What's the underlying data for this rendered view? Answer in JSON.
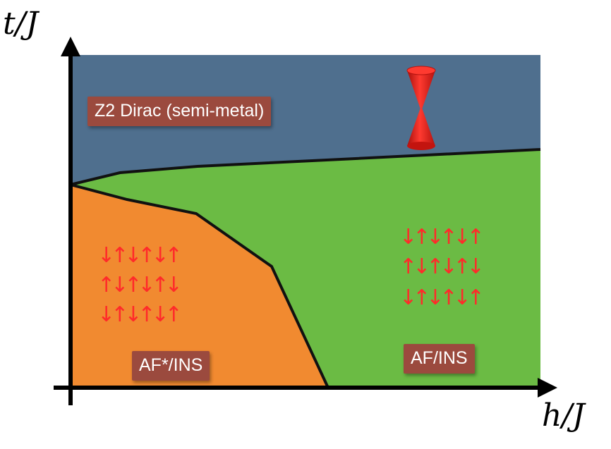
{
  "axes": {
    "y_label": "t/J",
    "x_label": "h/J"
  },
  "regions": [
    {
      "id": "dirac",
      "label": "Z2 Dirac (semi-metal)",
      "color": "#4f6f8e"
    },
    {
      "id": "af_star",
      "label": "AF*/INS",
      "color": "#f18a30"
    },
    {
      "id": "af",
      "label": "AF/INS",
      "color": "#6bbb44"
    }
  ],
  "spin_patterns": {
    "left": [
      "↓↑↓↑↓↑",
      "↑↓↑↓↑↓",
      "↓↑↓↑↓↑"
    ],
    "right": [
      "↓↑↓↑↓↑",
      "↑↓↑↓↑↓",
      "↓↑↓↑↓↑"
    ]
  },
  "colors": {
    "label_bg": "#9b4a3e",
    "spin_arrows": "#ff2a2a",
    "cone": "#e0201c",
    "boundary": "#111111"
  },
  "icons": [
    "dirac-cone-icon"
  ]
}
